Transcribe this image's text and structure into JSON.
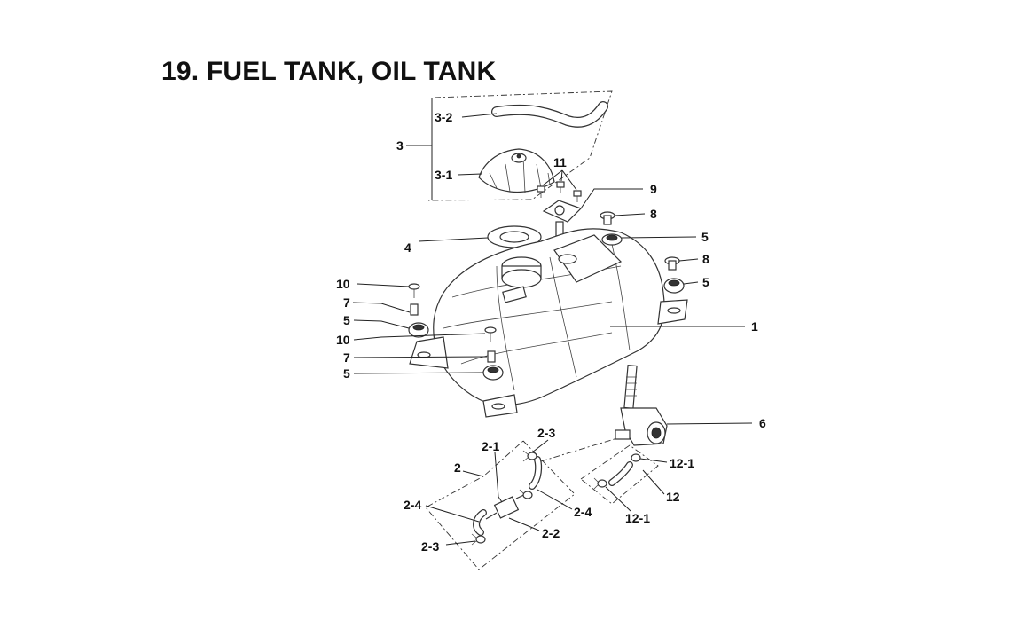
{
  "title": "19. FUEL TANK, OIL TANK",
  "callouts": {
    "c3": "3",
    "c3_2": "3-2",
    "c3_1": "3-1",
    "c11": "11",
    "c9": "9",
    "c8a": "8",
    "c5a": "5",
    "c4": "4",
    "c8b": "8",
    "c5b": "5",
    "c10a": "10",
    "c7a": "7",
    "c5c": "5",
    "c10b": "10",
    "c7b": "7",
    "c5d": "5",
    "c1": "1",
    "c6": "6",
    "c2": "2",
    "c2_1": "2-1",
    "c2_3a": "2-3",
    "c2_4a": "2-4",
    "c2_4b": "2-4",
    "c2_2": "2-2",
    "c2_3b": "2-3",
    "c12_1a": "12-1",
    "c12": "12",
    "c12_1b": "12-1"
  }
}
